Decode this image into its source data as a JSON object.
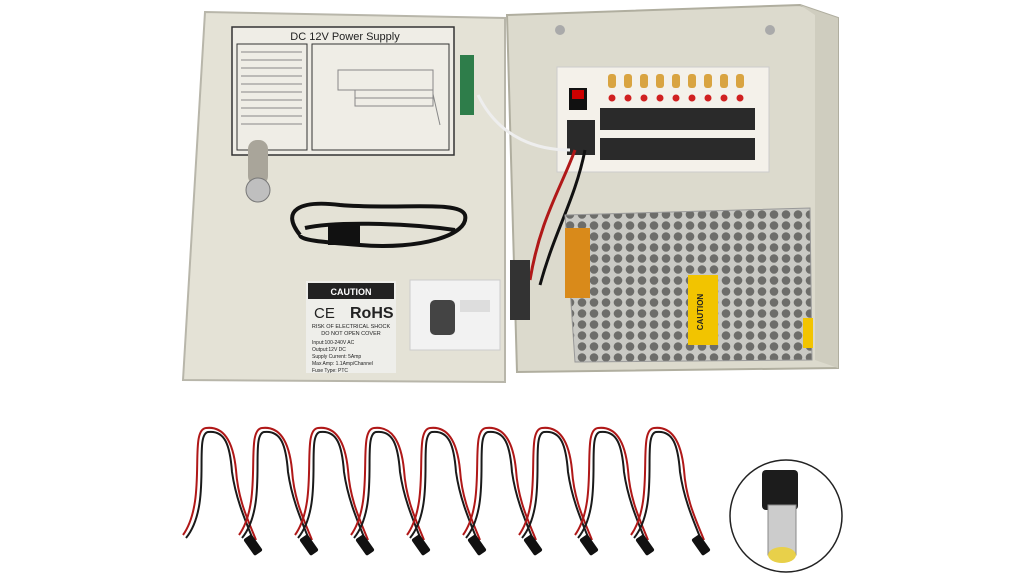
{
  "product": {
    "door_label": {
      "title": "DC 12V Power Supply"
    },
    "warning_label": {
      "caution": "CAUTION",
      "ce": "CE",
      "rohs": "RoHS",
      "risk_line1": "RISK OF ELECTRICAL SHOCK",
      "risk_line2": "DO NOT OPEN COVER",
      "specs": [
        "Input:100-240V AC",
        "Output:12V DC",
        "Supply Current: 5Amp",
        "Max Amp: 1.1Amp/Channel",
        "Fuse Type: PTC"
      ]
    },
    "psu_label": "CAUTION",
    "pigtail_count": 9,
    "colors": {
      "enclosure": "#e4e2d6",
      "interior": "#dcdacd",
      "board": "#f4f1ea",
      "terminal": "#2a2a2a",
      "fuse": "#d9a441",
      "led": "#d02020",
      "caution_yellow": "#f2c400",
      "wire_red": "#b01818",
      "wire_black": "#1a1a1a"
    }
  }
}
